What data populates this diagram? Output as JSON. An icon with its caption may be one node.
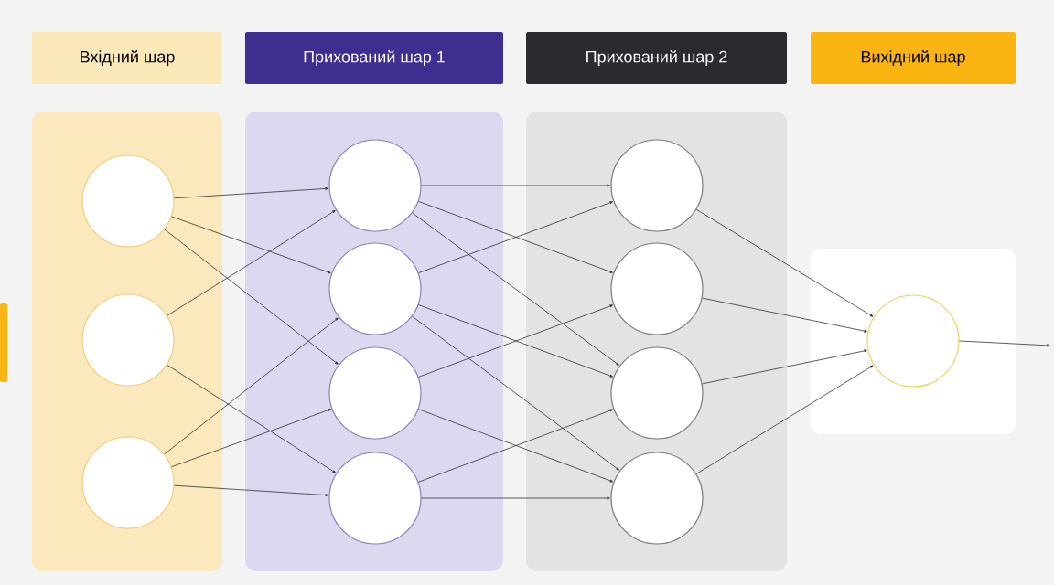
{
  "diagram": {
    "nodes": [
      {
        "text": [
          "Вхідний шар"
        ]
      },
      {
        "text": [
          "Прихований шар 1"
        ]
      },
      {
        "text": [
          "Прихований шар 2"
        ]
      },
      {
        "text": [
          "Вихідний шар"
        ]
      },
      {
        "text": [],
        "shape": "circle"
      },
      {
        "text": [],
        "shape": "circle"
      },
      {
        "text": [],
        "shape": "circle"
      },
      {
        "text": [],
        "shape": "circle"
      },
      {
        "text": [],
        "shape": "circle"
      },
      {
        "text": [],
        "shape": "circle"
      },
      {
        "text": [],
        "shape": "circle"
      },
      {
        "text": [],
        "shape": "circle"
      },
      {
        "text": [],
        "shape": "circle"
      },
      {
        "text": [],
        "shape": "circle"
      },
      {
        "text": [],
        "shape": "circle"
      },
      {
        "text": [],
        "shape": "circle"
      }
    ],
    "edges": [
      {
        "from": 4,
        "to": 7,
        "arrow": "to"
      },
      {
        "from": 4,
        "to": 8,
        "arrow": "to"
      },
      {
        "from": 4,
        "to": 9,
        "arrow": "to"
      },
      {
        "from": 5,
        "to": 7,
        "arrow": "to"
      },
      {
        "from": 5,
        "to": 10,
        "arrow": "to"
      },
      {
        "from": 6,
        "to": 8,
        "arrow": "to"
      },
      {
        "from": 6,
        "to": 9,
        "arrow": "to"
      },
      {
        "from": 6,
        "to": 10,
        "arrow": "to"
      },
      {
        "from": 7,
        "to": 11,
        "arrow": "to"
      },
      {
        "from": 7,
        "to": 12,
        "arrow": "to"
      },
      {
        "from": 7,
        "to": 13,
        "arrow": "to"
      },
      {
        "from": 8,
        "to": 11,
        "arrow": "to"
      },
      {
        "from": 8,
        "to": 13,
        "arrow": "to"
      },
      {
        "from": 8,
        "to": 14,
        "arrow": "to"
      },
      {
        "from": 9,
        "to": 12,
        "arrow": "to"
      },
      {
        "from": 9,
        "to": 14,
        "arrow": "to"
      },
      {
        "from": 10,
        "to": 13,
        "arrow": "to"
      },
      {
        "from": 10,
        "to": 14,
        "arrow": "to"
      },
      {
        "from": 11,
        "to": 15,
        "arrow": "to"
      },
      {
        "from": 12,
        "to": 15,
        "arrow": "to"
      },
      {
        "from": 13,
        "to": 15,
        "arrow": "to"
      },
      {
        "from": 14,
        "to": 15,
        "arrow": "to"
      },
      {
        "from": 15,
        "to": null,
        "arrow": "to"
      }
    ]
  }
}
